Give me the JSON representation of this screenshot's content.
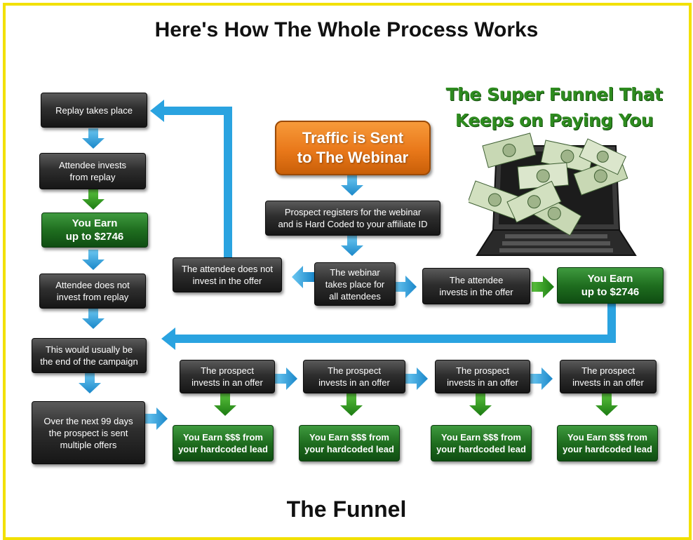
{
  "header": {
    "title": "Here's How The Whole Process Works",
    "footer": "The Funnel"
  },
  "promo": {
    "line1": "The Super Funnel That",
    "line2": "Keeps on Paying You"
  },
  "traffic": {
    "line1": "Traffic is Sent",
    "line2": "to The Webinar"
  },
  "left_column": {
    "replay": "Replay takes place",
    "invests_line1": "Attendee invests",
    "invests_line2": "from replay",
    "earn_line1": "You Earn",
    "earn_line2": "up to $2746",
    "not_invest_line1": "Attendee does not",
    "not_invest_line2": "invest from replay",
    "end_line1": "This would usually be",
    "end_line2": "the end of the campaign",
    "over_line1": "Over the next 99 days",
    "over_line2": "the prospect is sent",
    "over_line3": "multiple offers"
  },
  "center": {
    "register_line1": "Prospect registers for the webinar",
    "register_line2": "and is Hard Coded to your affiliate ID",
    "webinar_line1": "The webinar",
    "webinar_line2": "takes place for",
    "webinar_line3": "all attendees",
    "no_invest_line1": "The attendee does not",
    "no_invest_line2": "invest in the offer",
    "invest_line1": "The attendee",
    "invest_line2": "invests in the offer",
    "earn_line1": "You Earn",
    "earn_line2": "up to $2746"
  },
  "offers": [
    {
      "prospect_line1": "The prospect",
      "prospect_line2": "invests in an offer",
      "earn_line1": "You Earn $$$ from",
      "earn_line2": "your hardcoded lead"
    },
    {
      "prospect_line1": "The prospect",
      "prospect_line2": "invests in an offer",
      "earn_line1": "You Earn $$$ from",
      "earn_line2": "your hardcoded lead"
    },
    {
      "prospect_line1": "The prospect",
      "prospect_line2": "invests in an offer",
      "earn_line1": "You Earn $$$ from",
      "earn_line2": "your hardcoded lead"
    },
    {
      "prospect_line1": "The prospect",
      "prospect_line2": "invests in an offer",
      "earn_line1": "You Earn $$$ from",
      "earn_line2": "your hardcoded lead"
    }
  ],
  "colors": {
    "border": "#f2e000",
    "blue_arrow": "#2aa3e0",
    "green_arrow": "#2e9a1e",
    "orange": "#e9781a",
    "dark_box": "#222222",
    "green_box": "#1f6e1f"
  }
}
